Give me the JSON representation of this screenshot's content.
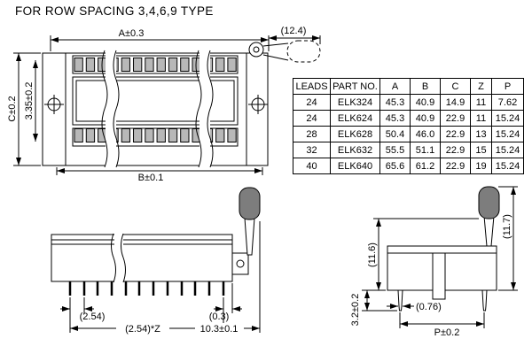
{
  "title": "FOR ROW SPACING 3,4,6,9 TYPE",
  "colors": {
    "ink": "#000000",
    "knob": "#7d7d7d",
    "contact": "#b8b8b8"
  },
  "table": {
    "headers": [
      "LEADS",
      "PART NO.",
      "A",
      "B",
      "C",
      "Z",
      "P"
    ],
    "rows": [
      [
        "24",
        "ELK324",
        "45.3",
        "40.9",
        "14.9",
        "11",
        "7.62"
      ],
      [
        "24",
        "ELK624",
        "45.3",
        "40.9",
        "22.9",
        "11",
        "15.24"
      ],
      [
        "28",
        "ELK628",
        "50.4",
        "46.0",
        "22.9",
        "13",
        "15.24"
      ],
      [
        "32",
        "ELK632",
        "55.5",
        "51.1",
        "22.9",
        "15",
        "15.24"
      ],
      [
        "40",
        "ELK640",
        "65.6",
        "61.2",
        "22.9",
        "19",
        "15.24"
      ]
    ]
  },
  "top_view": {
    "dim_a": "A±0.3",
    "dim_lever": "(12.4)",
    "dim_c": "C±0.2",
    "dim_inner": "3.35±0.2",
    "dim_b": "B±0.1"
  },
  "side_view": {
    "dim_pitch": "(2.54)",
    "dim_gap": "(0.3)",
    "dim_span": "(2.54)*Z",
    "dim_width": "10.3±0.1"
  },
  "front_view": {
    "dim_total_height": "(11.7)",
    "dim_body_height": "(11.6)",
    "dim_pin_length": "3.2±0.2",
    "dim_pin_width": "(0.76)",
    "dim_row_spacing": "P±0.2"
  }
}
